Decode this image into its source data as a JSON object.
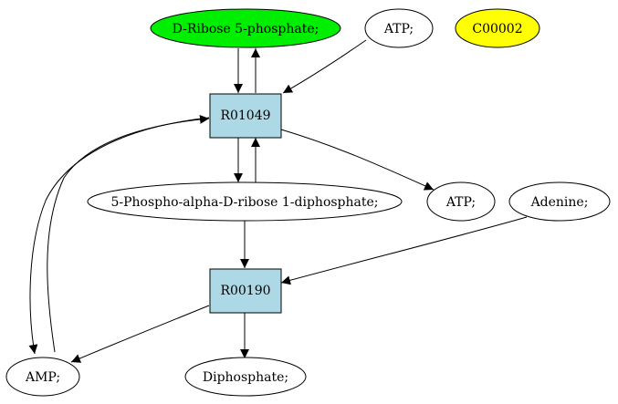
{
  "diagram": {
    "colors": {
      "compound_highlight": "#00ee00",
      "kegg_id": "#ffff00",
      "reaction": "#add8e6",
      "default_fill": "#ffffff",
      "stroke": "#000000"
    },
    "nodes": {
      "ribose5p": {
        "label": "D-Ribose 5-phosphate;",
        "kind": "compound",
        "fill": "#00ee00"
      },
      "atp_top": {
        "label": "ATP;",
        "kind": "compound",
        "fill": "#ffffff"
      },
      "c00002": {
        "label": "C00002",
        "kind": "compound",
        "fill": "#ffff00"
      },
      "r01049": {
        "label": "R01049",
        "kind": "reaction",
        "fill": "#add8e6"
      },
      "prpp": {
        "label": "5-Phospho-alpha-D-ribose 1-diphosphate;",
        "kind": "compound",
        "fill": "#ffffff"
      },
      "atp_right": {
        "label": "ATP;",
        "kind": "compound",
        "fill": "#ffffff"
      },
      "adenine": {
        "label": "Adenine;",
        "kind": "compound",
        "fill": "#ffffff"
      },
      "r00190": {
        "label": "R00190",
        "kind": "reaction",
        "fill": "#add8e6"
      },
      "amp": {
        "label": "AMP;",
        "kind": "compound",
        "fill": "#ffffff"
      },
      "diphosphate": {
        "label": "Diphosphate;",
        "kind": "compound",
        "fill": "#ffffff"
      }
    },
    "edges": [
      {
        "from": "ribose5p",
        "to": "r01049"
      },
      {
        "from": "r01049",
        "to": "ribose5p"
      },
      {
        "from": "atp_top",
        "to": "r01049"
      },
      {
        "from": "r01049",
        "to": "prpp"
      },
      {
        "from": "prpp",
        "to": "r01049"
      },
      {
        "from": "r01049",
        "to": "atp_right"
      },
      {
        "from": "r01049",
        "to": "amp"
      },
      {
        "from": "amp",
        "to": "r01049"
      },
      {
        "from": "prpp",
        "to": "r00190"
      },
      {
        "from": "adenine",
        "to": "r00190"
      },
      {
        "from": "r00190",
        "to": "amp"
      },
      {
        "from": "r00190",
        "to": "diphosphate"
      }
    ]
  }
}
